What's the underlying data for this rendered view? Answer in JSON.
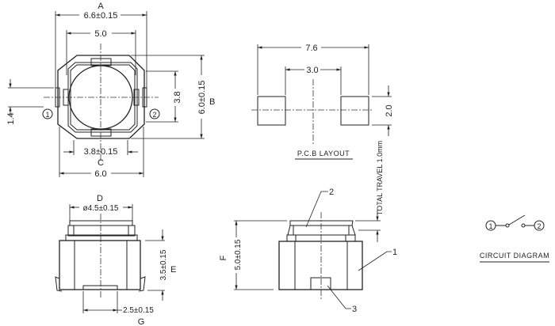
{
  "top_view": {
    "label_a": "A",
    "dim_width_outer": "6.6±0.15",
    "dim_width_inner": "5.0",
    "dim_tab_spacing": "1.4",
    "pin1": "1",
    "pin2": "2",
    "dim_height_inner": "3.8",
    "dim_height_outer": "6.0±0.15",
    "label_b": "B",
    "dim_bottom_tab": "3.8±0.15",
    "label_c": "C",
    "dim_body_width": "6.0"
  },
  "pcb_layout": {
    "dim_total": "7.6",
    "dim_gap": "3.0",
    "dim_pad_height": "2.0",
    "title": "P.C.B LAYOUT"
  },
  "side_view": {
    "label_d": "D",
    "dim_cap_diameter": "ø4.5±0.15",
    "dim_body_height": "3.5±0.15",
    "label_e": "E",
    "dim_bottom": "2.5±0.15",
    "label_g": "G"
  },
  "front_view": {
    "travel_note": "TOTAL TRAVEL 1.0mm",
    "dim_total_height": "5.0±0.15",
    "label_f": "F",
    "callout_1": "1",
    "callout_2": "2",
    "callout_3": "3"
  },
  "circuit": {
    "pin1": "1",
    "pin2": "2",
    "title": "CIRCUIT DIAGRAM"
  }
}
